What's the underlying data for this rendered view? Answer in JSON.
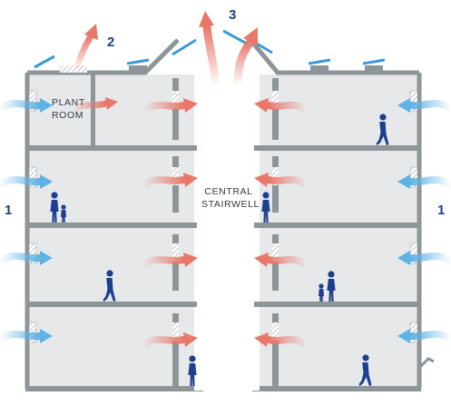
{
  "labels": {
    "plant_room_line1": "PLANT",
    "plant_room_line2": "ROOM",
    "stairwell_line1": "CENTRAL",
    "stairwell_line2": "STAIRWELL"
  },
  "callouts": {
    "left": "1",
    "right": "1",
    "roof_vent": "2",
    "stack": "3"
  },
  "colors": {
    "fresh_air": "#5fb3e4",
    "exhaust_air": "#e9786a",
    "structure": "#8e9599",
    "interior": "#e7e8ea",
    "people": "#1d3f8f",
    "callout": "#1d3f8f",
    "roof_vents": "#3c9ad8"
  }
}
